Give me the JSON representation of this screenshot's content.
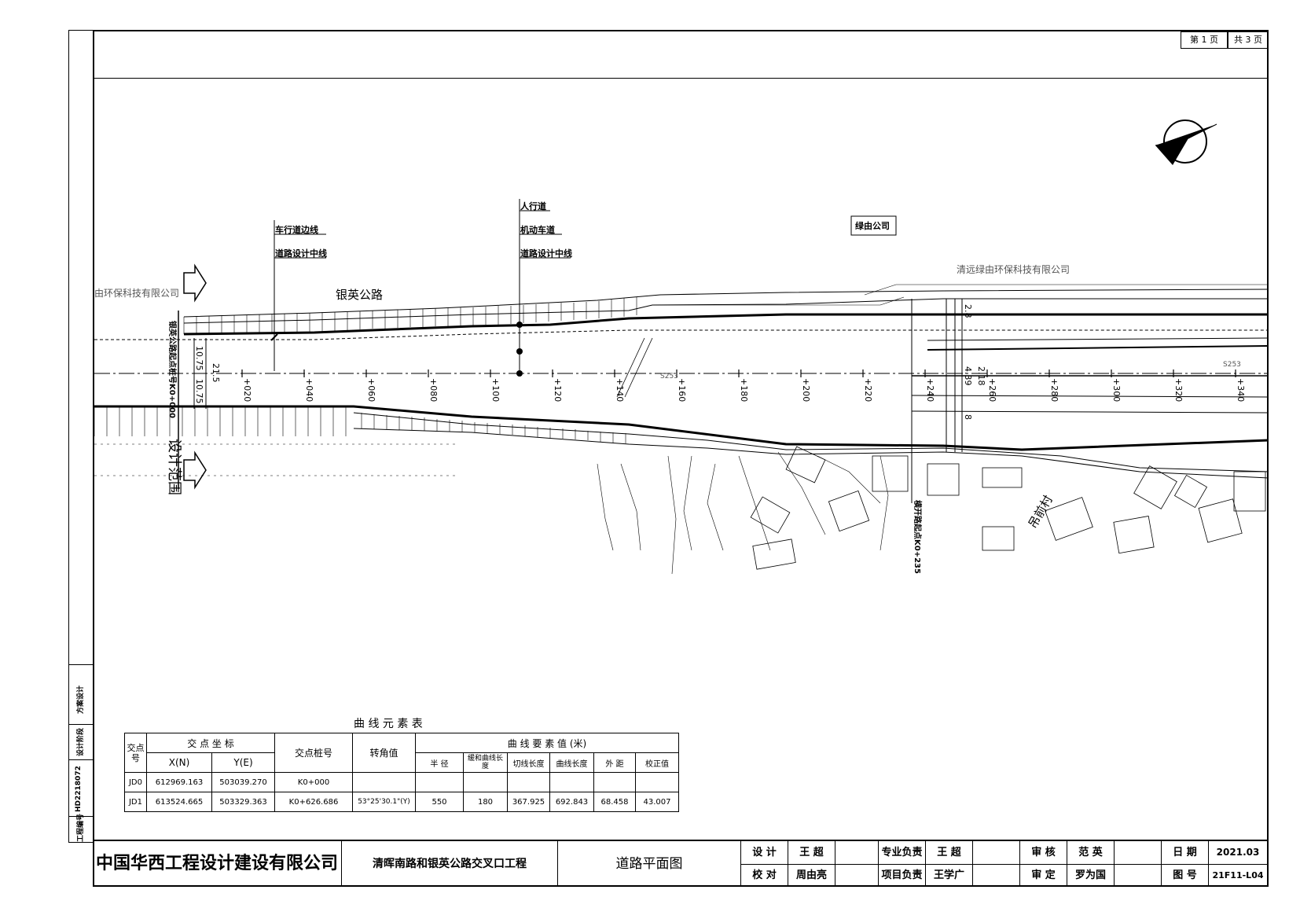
{
  "page": {
    "current": "第 1 页",
    "total": "共 3 页"
  },
  "left_strip": {
    "scheme": "方案设计",
    "stage": "设计阶段",
    "project_no": "HD2218072",
    "project_no_label": "工程编号"
  },
  "map": {
    "road_name": "银英公路",
    "company_left": "由环保科技有限公司",
    "company_right": "清远绿由环保科技有限公司",
    "company_box": "绿由公司",
    "village": "吊前村",
    "route_code_1": "S253",
    "route_code_2": "S253",
    "design_range": "设计范围",
    "start_label": "银英公路起点桩号K0+000",
    "end_label": "横开路起点K0+235",
    "callout_left": [
      "车行道边线",
      "道路设计中线"
    ],
    "callout_mid": [
      "人行道",
      "机动车道",
      "道路设计中线"
    ],
    "widths": {
      "w1": "10.75",
      "w2": "10.75",
      "w3": "21.5",
      "w4": "2.8",
      "w5": "4.39",
      "w6": "2.18",
      "w7": "8"
    },
    "stations": [
      "+020",
      "+040",
      "+060",
      "+080",
      "+100",
      "+120",
      "+140",
      "+160",
      "+180",
      "+200",
      "+220",
      "+240",
      "+260",
      "+280",
      "+300",
      "+320",
      "+340"
    ]
  },
  "curve_table": {
    "title": "曲  线  元  素  表",
    "h_jd": "交点号",
    "h_coord": "交 点 坐 标",
    "h_x": "X(N)",
    "h_y": "Y(E)",
    "h_station": "交点桩号",
    "h_angle": "转角值",
    "h_elements": "曲  线  要  素  值 (米)",
    "h_sub": [
      "半 径",
      "缓和曲线长 度",
      "切线长度",
      "曲线长度",
      "外 距",
      "校正值"
    ],
    "rows": [
      {
        "jd": "JD0",
        "x": "612969.163",
        "y": "503039.270",
        "station": "K0+000",
        "angle": "",
        "r": "",
        "ls": "",
        "t": "",
        "l": "",
        "e": "",
        "j": ""
      },
      {
        "jd": "JD1",
        "x": "613524.665",
        "y": "503329.363",
        "station": "K0+626.686",
        "angle": "53°25'30.1\"(Y)",
        "r": "550",
        "ls": "180",
        "t": "367.925",
        "l": "692.843",
        "e": "68.458",
        "j": "43.007"
      }
    ]
  },
  "title_block": {
    "company": "中国华西工程设计建设有限公司",
    "project": "清晖南路和银英公路交叉口工程",
    "drawing": "道路平面图",
    "design_label": "设 计",
    "design_name": "王 超",
    "check_label": "校 对",
    "check_name": "周由亮",
    "spec_label": "专业负责",
    "spec_name": "王 超",
    "proj_label": "项目负责",
    "proj_name": "王学广",
    "review_label": "审 核",
    "review_name": "范 英",
    "approve_label": "审 定",
    "approve_name": "罗为国",
    "date_label": "日 期",
    "date_value": "2021.03",
    "drawing_no_label": "图 号",
    "drawing_no_value": "21F11-L04"
  }
}
